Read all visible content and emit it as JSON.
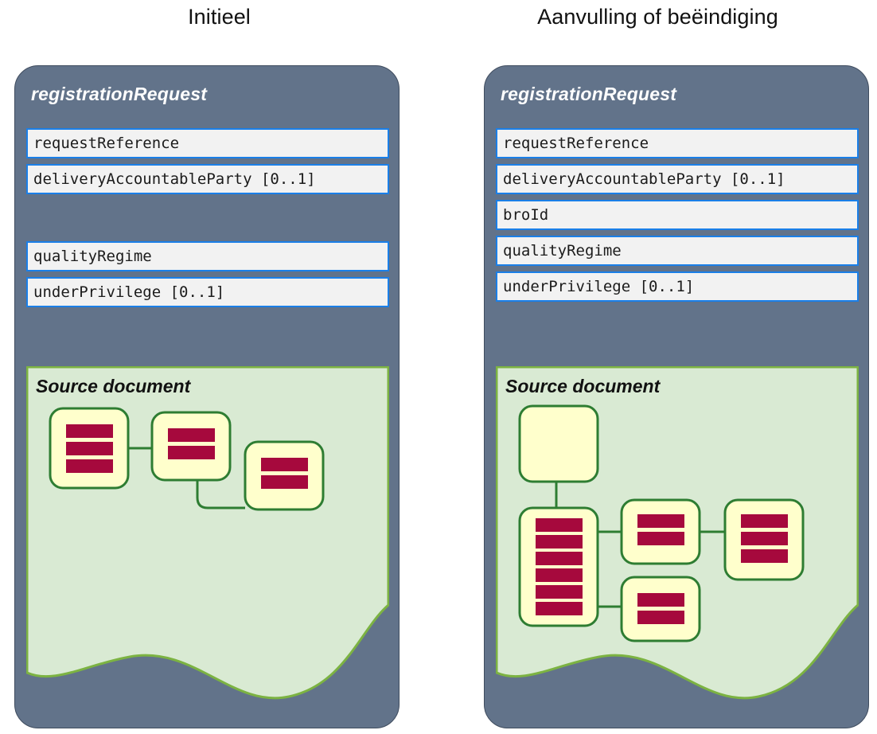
{
  "colors": {
    "card_bg": "#62738a",
    "card_border": "#3f4c5e",
    "field_bg": "#f2f2f2",
    "field_border": "#1a7fe8",
    "source_bg": "#d9ead3",
    "source_border": "#7cb342",
    "node_bg": "#ffffcc",
    "node_border": "#2e7d32",
    "bar_color": "#a6093d",
    "connector": "#2e7d32",
    "title_text": "#111111",
    "card_title_text": "#ffffff"
  },
  "columns": [
    {
      "id": "initieel",
      "title": "Initieel",
      "card": {
        "title": "registrationRequest",
        "fields": [
          {
            "label": "requestReference",
            "type": "field"
          },
          {
            "label": "deliveryAccountableParty [0..1]",
            "type": "field"
          },
          {
            "label": "",
            "type": "spacer"
          },
          {
            "label": "qualityRegime",
            "type": "field"
          },
          {
            "label": "underPrivilege [0..1]",
            "type": "field"
          }
        ],
        "source_document": {
          "label": "Source document",
          "nodes": [
            {
              "id": "n1",
              "bars": 3
            },
            {
              "id": "n2",
              "bars": 2
            },
            {
              "id": "n3",
              "bars": 2
            }
          ],
          "edges": [
            {
              "from": "n1",
              "to": "n2"
            },
            {
              "from": "n2",
              "to": "n3"
            }
          ]
        }
      }
    },
    {
      "id": "aanvulling",
      "title": "Aanvulling of beëindiging",
      "card": {
        "title": "registrationRequest",
        "fields": [
          {
            "label": "requestReference",
            "type": "field"
          },
          {
            "label": "deliveryAccountableParty [0..1]",
            "type": "field"
          },
          {
            "label": "broId",
            "type": "field"
          },
          {
            "label": "qualityRegime",
            "type": "field"
          },
          {
            "label": "underPrivilege [0..1]",
            "type": "field"
          }
        ],
        "source_document": {
          "label": "Source document",
          "nodes": [
            {
              "id": "n0",
              "bars": 0
            },
            {
              "id": "n1",
              "bars": 6
            },
            {
              "id": "n2",
              "bars": 2
            },
            {
              "id": "n3",
              "bars": 3
            },
            {
              "id": "n4",
              "bars": 2
            }
          ],
          "edges": [
            {
              "from": "n0",
              "to": "n1"
            },
            {
              "from": "n1",
              "to": "n2"
            },
            {
              "from": "n2",
              "to": "n3"
            },
            {
              "from": "n1",
              "to": "n4"
            }
          ]
        }
      }
    }
  ]
}
